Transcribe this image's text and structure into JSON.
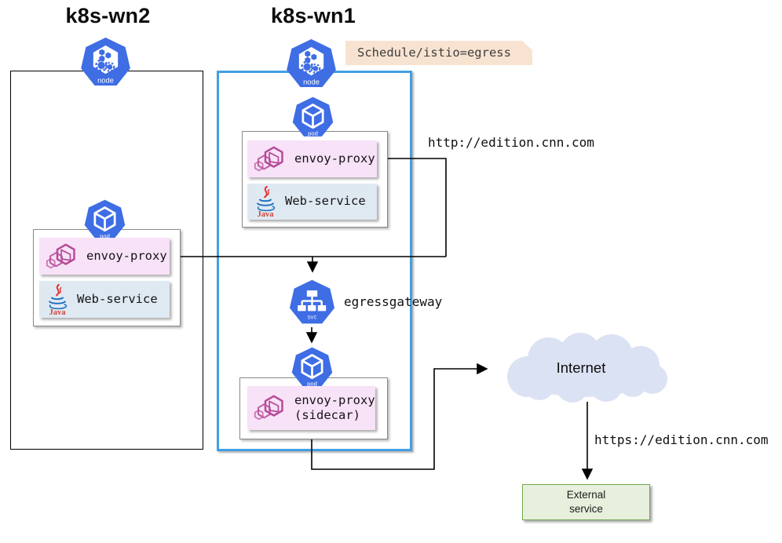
{
  "titles": {
    "wn2": "k8s-wn2",
    "wn1": "k8s-wn1"
  },
  "icons": {
    "node": "node",
    "pod": "pod",
    "svc": "svc",
    "java": "Java"
  },
  "schedule_tag": "Schedule/istio=egress",
  "pods": {
    "wn1": {
      "envoy": "envoy-proxy",
      "web": "Web-service"
    },
    "wn2": {
      "envoy": "envoy-proxy",
      "web": "Web-service"
    },
    "egress": {
      "envoy": "envoy-proxy\n(sidecar)"
    }
  },
  "service": {
    "name": "egressgateway"
  },
  "labels": {
    "http": "http://edition.cnn.com",
    "https": "https://edition.cnn.com",
    "internet": "Internet",
    "external_line1": "External",
    "external_line2": "service"
  },
  "colors": {
    "node_border": "#000000",
    "wn1_border": "#41a0e3",
    "k8s_blue": "#3e6de4",
    "envoy_bg": "#f8e2f8",
    "envoy_magenta": "#b54a96",
    "web_bg": "#dfe9f2",
    "tag_bg": "#f8e3d1",
    "cloud_fill": "#dbe2f3",
    "external_bg": "#e7f0dd",
    "external_border": "#6fa84e",
    "line": "#000000"
  }
}
